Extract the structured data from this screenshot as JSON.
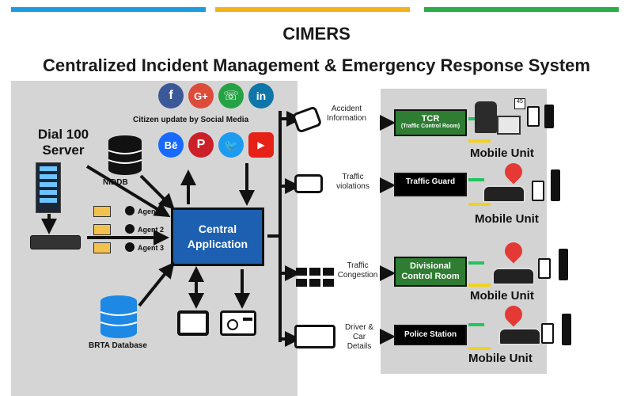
{
  "header": {
    "title": "CIMERS",
    "subtitle": "Centralized Incident Management & Emergency Response System",
    "bar_colors": [
      "#1e9be0",
      "#f2b21b",
      "#2bab4a"
    ]
  },
  "left": {
    "dial_server": "Dial 100\nServer",
    "niddb": "NIDDB",
    "brta": "BRTA Database",
    "agents": [
      "Agent 1",
      "Agent 2",
      "Agent 3"
    ],
    "central": "Central\nApplication",
    "social_caption": "Citizen update by Social Media",
    "social_icons": [
      {
        "name": "facebook-icon",
        "glyph": "f",
        "color": "#3b5998"
      },
      {
        "name": "google-plus-icon",
        "glyph": "G+",
        "color": "#dd4b39"
      },
      {
        "name": "whatsapp-icon",
        "glyph": "☏",
        "color": "#25a244"
      },
      {
        "name": "linkedin-icon",
        "glyph": "in",
        "color": "#0e76a8"
      },
      {
        "name": "behance-icon",
        "glyph": "Bē",
        "color": "#1769ff"
      },
      {
        "name": "pinterest-icon",
        "glyph": "P",
        "color": "#cb2027"
      },
      {
        "name": "twitter-icon",
        "glyph": "🐦",
        "color": "#1d9bf0"
      },
      {
        "name": "youtube-icon",
        "glyph": "▶",
        "color": "#e62117"
      }
    ]
  },
  "incidents": [
    {
      "label": "Accident\nInformation",
      "unit": "TCR",
      "unit_sub": "(Traffic Control Room)",
      "unit_color": "#2e7d32",
      "mobile": "Mobile Unit"
    },
    {
      "label": "Traffic\nviolations",
      "unit": "Traffic Guard",
      "unit_sub": "",
      "unit_color": "#000000",
      "mobile": "Mobile Unit"
    },
    {
      "label": "Traffic\nCongestion",
      "unit": "Divisional\nControl Room",
      "unit_sub": "",
      "unit_color": "#2e7d32",
      "mobile": "Mobile Unit"
    },
    {
      "label": "Driver &\nCar\nDetails",
      "unit": "Police Station",
      "unit_sub": "",
      "unit_color": "#000000",
      "mobile": "Mobile Unit"
    }
  ]
}
